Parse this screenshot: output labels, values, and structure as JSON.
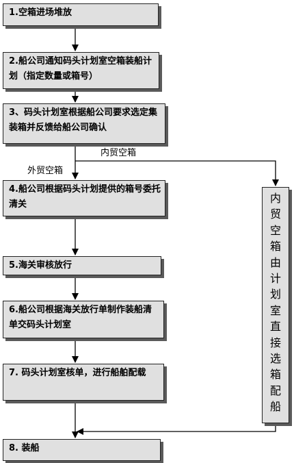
{
  "steps": [
    "1.空箱进场堆放",
    "2.船公司通知码头计划室空箱装船计划（指定数量或箱号）",
    "3、码头计划室根据船公司要求选定集装箱并反馈给船公司确认",
    "4.船公司根据码头计划提供的箱号委托清关",
    "5.海关审核放行",
    "6.船公司根据海关放行单制作装船清单交码头计划室",
    "7. 码头计划室核单，进行船舶配载",
    "8. 装船"
  ],
  "branch_labels": {
    "domestic": "内贸空箱",
    "foreign": "外贸空箱"
  },
  "side_box_chars": [
    "内",
    "贸",
    "空",
    "箱",
    "由",
    "计",
    "划",
    "室",
    "直",
    "接",
    "选",
    "箱",
    "配",
    "船"
  ]
}
